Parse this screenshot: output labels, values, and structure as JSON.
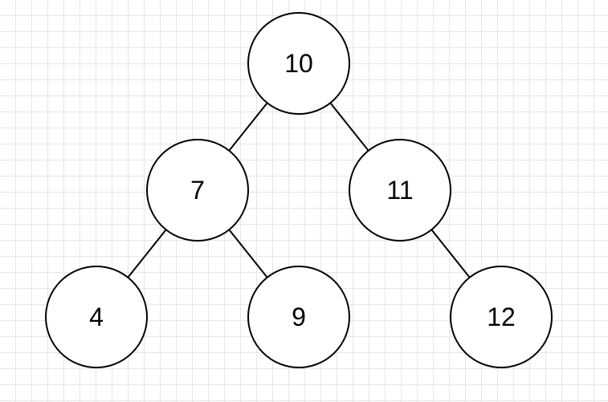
{
  "tree": {
    "nodes": [
      {
        "id": "n10",
        "label": "10"
      },
      {
        "id": "n7",
        "label": "7"
      },
      {
        "id": "n11",
        "label": "11"
      },
      {
        "id": "n4",
        "label": "4"
      },
      {
        "id": "n9",
        "label": "9"
      },
      {
        "id": "n12",
        "label": "12"
      }
    ],
    "edges": [
      {
        "from": "n10",
        "to": "n7"
      },
      {
        "from": "n10",
        "to": "n11"
      },
      {
        "from": "n7",
        "to": "n4"
      },
      {
        "from": "n7",
        "to": "n9"
      },
      {
        "from": "n11",
        "to": "n12"
      }
    ]
  }
}
